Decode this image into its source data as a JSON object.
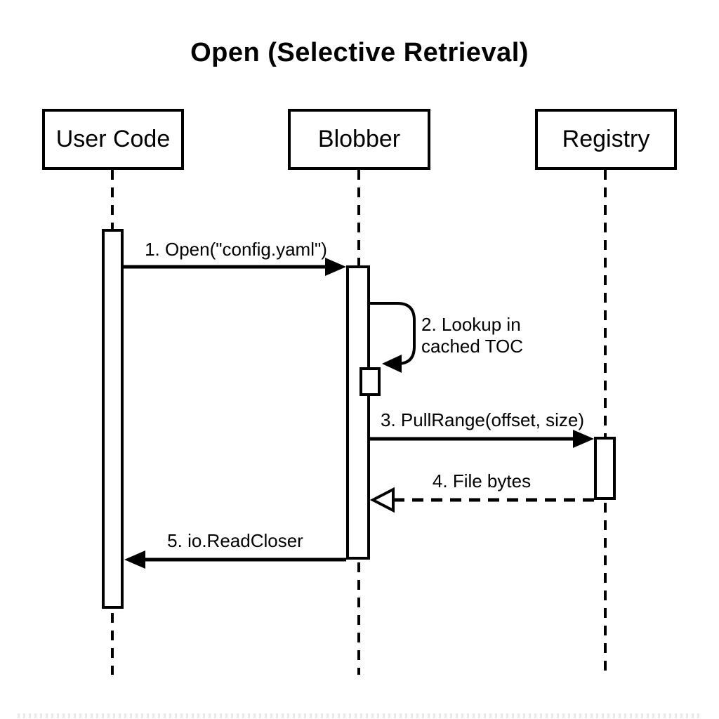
{
  "title": "Open (Selective Retrieval)",
  "diagram_type": "uml-sequence",
  "participants": [
    {
      "id": "user-code",
      "label": "User Code"
    },
    {
      "id": "blobber",
      "label": "Blobber"
    },
    {
      "id": "registry",
      "label": "Registry"
    }
  ],
  "messages": [
    {
      "num": 1,
      "label": "1. Open(\"config.yaml\")",
      "from": "user-code",
      "to": "blobber",
      "line": "solid",
      "head": "filled"
    },
    {
      "num": 2,
      "label": "2. Lookup in cached TOC",
      "lines": [
        "2. Lookup in",
        "cached TOC"
      ],
      "from": "blobber",
      "to": "blobber",
      "line": "solid-self-loop",
      "head": "filled"
    },
    {
      "num": 3,
      "label": "3. PullRange(offset, size)",
      "from": "blobber",
      "to": "registry",
      "line": "solid",
      "head": "filled"
    },
    {
      "num": 4,
      "label": "4. File bytes",
      "from": "registry",
      "to": "blobber",
      "line": "dashed",
      "head": "open"
    },
    {
      "num": 5,
      "label": "5. io.ReadCloser",
      "from": "blobber",
      "to": "user-code",
      "line": "solid",
      "head": "filled"
    }
  ],
  "colors": {
    "background": "#ffffff",
    "line": "#000000",
    "text": "#000000"
  }
}
